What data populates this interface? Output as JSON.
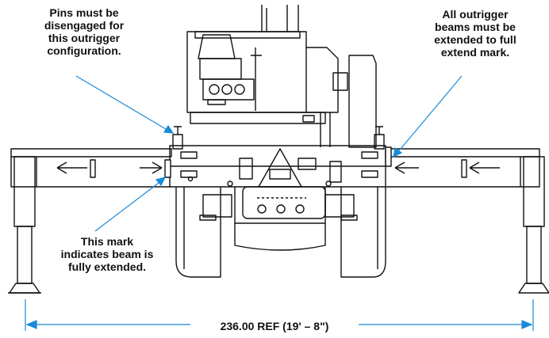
{
  "callouts": {
    "pins": "Pins must be\ndisengaged for\nthis outrigger\nconfiguration.",
    "beams": "All outrigger\nbeams must be\nextended to full\nextend mark.",
    "mark": "This mark\nindicates beam is\nfully extended."
  },
  "dimension": {
    "label": "236.00 REF (19' – 8\")"
  },
  "colors": {
    "line": "#111111",
    "leader": "#1a8ad8",
    "background": "#ffffff"
  }
}
